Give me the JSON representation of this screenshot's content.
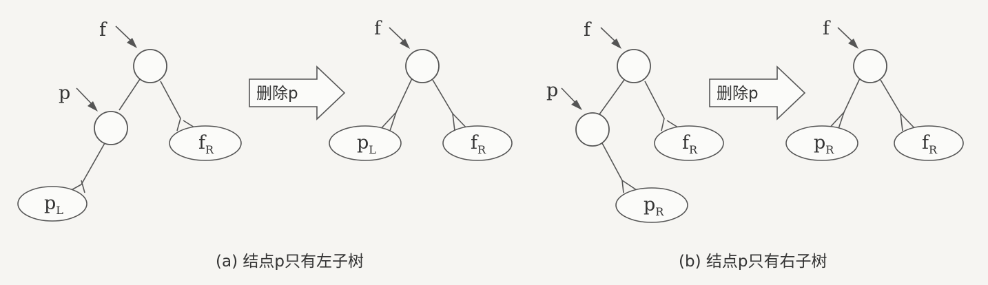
{
  "pointers": {
    "f": "f",
    "p": "p"
  },
  "subtrees": {
    "p": "p",
    "f": "f",
    "sub_L": "L",
    "sub_R": "R"
  },
  "operation": "删除p",
  "captions": {
    "a": "(a) 结点p只有左子树",
    "b": "(b) 结点p只有右子树"
  },
  "colors": {
    "line": "#555555",
    "fill": "#fbfbf9",
    "text": "#333333"
  }
}
